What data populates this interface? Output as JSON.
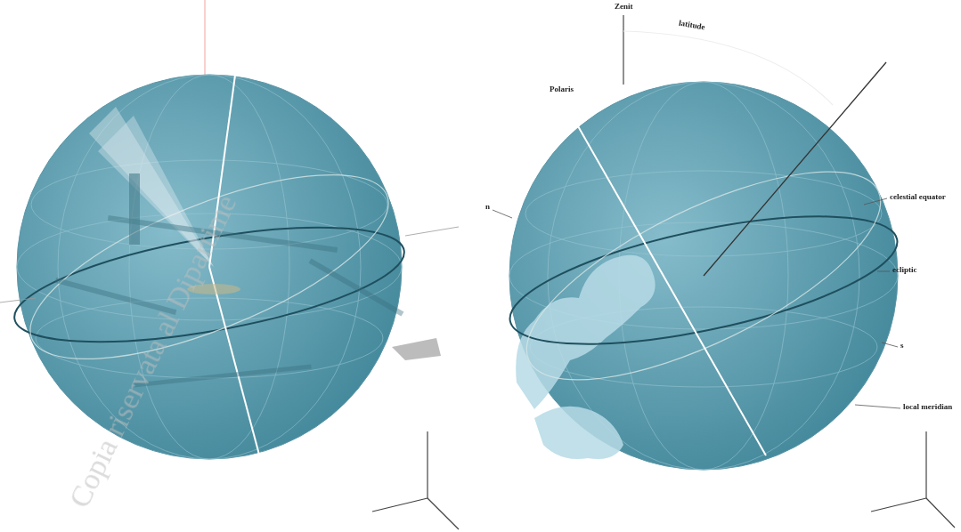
{
  "diagram": {
    "labels": [
      "Copia riservata al Dipartime",
      "Zenit",
      "latitude",
      "Polaris",
      "n",
      "celestial equator",
      "ecliptic",
      "s",
      "local meridian"
    ]
  }
}
